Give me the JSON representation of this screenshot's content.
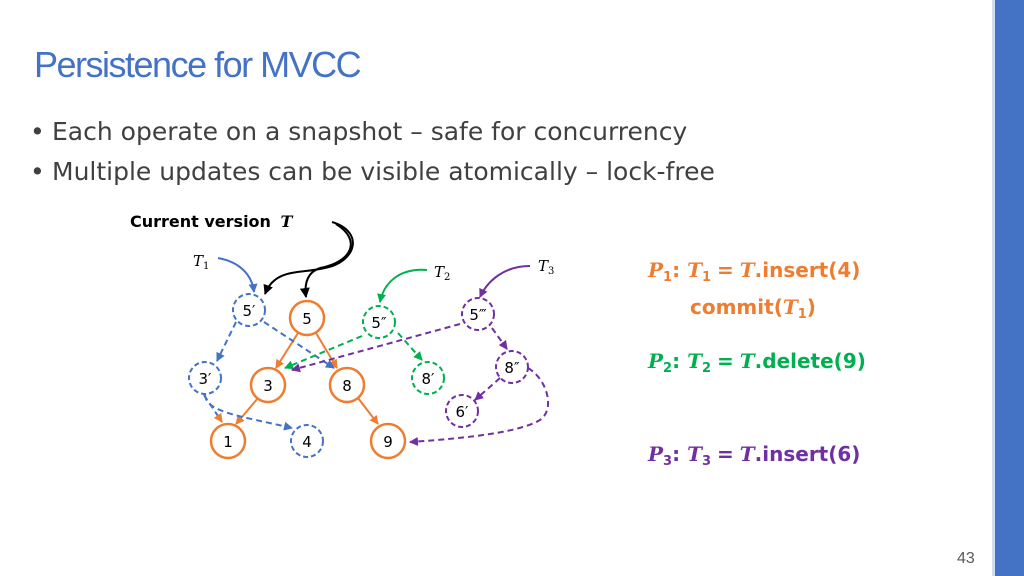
{
  "slide": {
    "title": "Persistence for MVCC",
    "bullets": [
      "Each operate on a snapshot – safe for concurrency",
      "Multiple updates can be visible atomically – lock-free"
    ],
    "page_number": "43"
  },
  "diagram": {
    "current_version_label": "Current version",
    "current_version_var": "T",
    "version_labels": {
      "t1": "T",
      "t1_sub": "1",
      "t2": "T",
      "t2_sub": "2",
      "t3": "T",
      "t3_sub": "3"
    },
    "nodes": {
      "n5": "5",
      "n3": "3",
      "n8": "8",
      "n1": "1",
      "n9": "9",
      "n5p": "5′",
      "n3p": "3′",
      "n4": "4",
      "n5pp": "5″",
      "n8pp": "8′",
      "n5ppp": "5‴",
      "n8ppp": "8″",
      "n6": "6′"
    }
  },
  "operations": {
    "p1": {
      "proc": "P",
      "sub": "1",
      "var": "T",
      "var_sub": "1",
      "eq": "=",
      "rhs": "T",
      "call": ".insert(4)"
    },
    "p1_commit": {
      "call": "commit(",
      "var": "T",
      "var_sub": "1",
      "close": ")"
    },
    "p2": {
      "proc": "P",
      "sub": "2",
      "var": "T",
      "var_sub": "2",
      "eq": "=",
      "rhs": "T",
      "call": ".delete(9)"
    },
    "p3": {
      "proc": "P",
      "sub": "3",
      "var": "T",
      "var_sub": "3",
      "eq": "=",
      "rhs": "T",
      "call": ".insert(6)"
    }
  },
  "colors": {
    "title": "#4472c4",
    "original": "#ed7d31",
    "t1": "#4472c4",
    "t2": "#00b050",
    "t3": "#7030a0",
    "current": "#000000"
  }
}
